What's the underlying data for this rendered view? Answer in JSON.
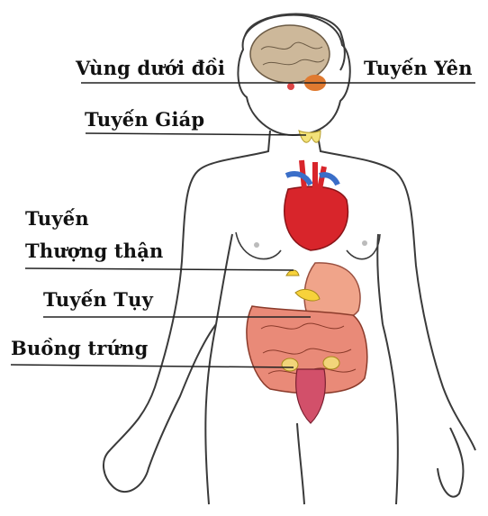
{
  "labels": {
    "hypothalamus": "Vùng dưới đồi",
    "pituitary": "Tuyến Yên",
    "thyroid": "Tuyến Giáp",
    "adrenal_line1": "Tuyến",
    "adrenal_line2": "Thượng thận",
    "pancreas": "Tuyến Tụy",
    "ovary": "Buồng trứng"
  },
  "colors": {
    "outline": "#3a3a3a",
    "skin": "#ffffff",
    "brain": "#cdb89a",
    "pituitary_gland": "#e07a30",
    "thyroid_gland": "#f3e27a",
    "heart": "#d8252b",
    "heart_vessels": "#3a6ec8",
    "stomach": "#f0a48a",
    "pancreas_gland": "#f7d23a",
    "intestine": "#e98a78",
    "uterus": "#d2506a",
    "ovary_gland": "#f2d57a"
  }
}
